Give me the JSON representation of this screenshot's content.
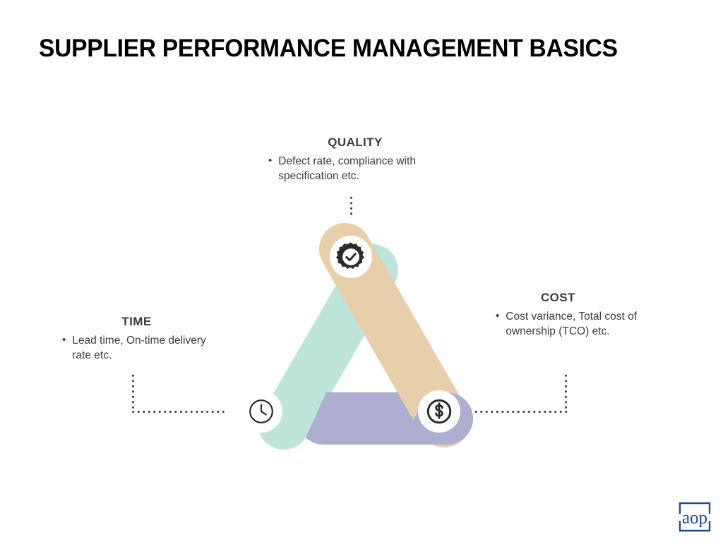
{
  "page": {
    "title": "SUPPLIER PERFORMANCE MANAGEMENT BASICS",
    "background_color": "#ffffff",
    "text_color": "#3c3c40"
  },
  "diagram": {
    "type": "triangle-cycle",
    "shape_name": "supplier-performance-triangle",
    "nodes": [
      {
        "id": "quality",
        "heading": "QUALITY",
        "bullet": "Defect rate, compliance with specification etc.",
        "bullet_marker": "•",
        "icon": "badge-check-icon",
        "bar_color": "#e8cfac",
        "bar_shadow_color": "#d3b893",
        "position": "top"
      },
      {
        "id": "time",
        "heading": "TIME",
        "bullet": "Lead time, On-time delivery rate etc.",
        "bullet_marker": "•",
        "icon": "clock-icon",
        "bar_color": "#bfe4da",
        "bar_shadow_color": "#a8d4c8",
        "position": "bottom-left"
      },
      {
        "id": "cost",
        "heading": "COST",
        "bullet": "Cost variance, Total cost of ownership (TCO) etc.",
        "bullet_marker": "•",
        "icon": "dollar-circle-icon",
        "bar_color": "#aeaed0",
        "bar_shadow_color": "#9a9abe",
        "position": "bottom-right"
      }
    ],
    "connector_style": "dotted",
    "connector_color": "#222222",
    "icon_disc_color": "#ffffff",
    "icon_glyph_color": "#2b2b2b"
  },
  "logo": {
    "name": "aop",
    "text": "aop",
    "color": "#1e4b8f",
    "frame": "bracket-square"
  }
}
